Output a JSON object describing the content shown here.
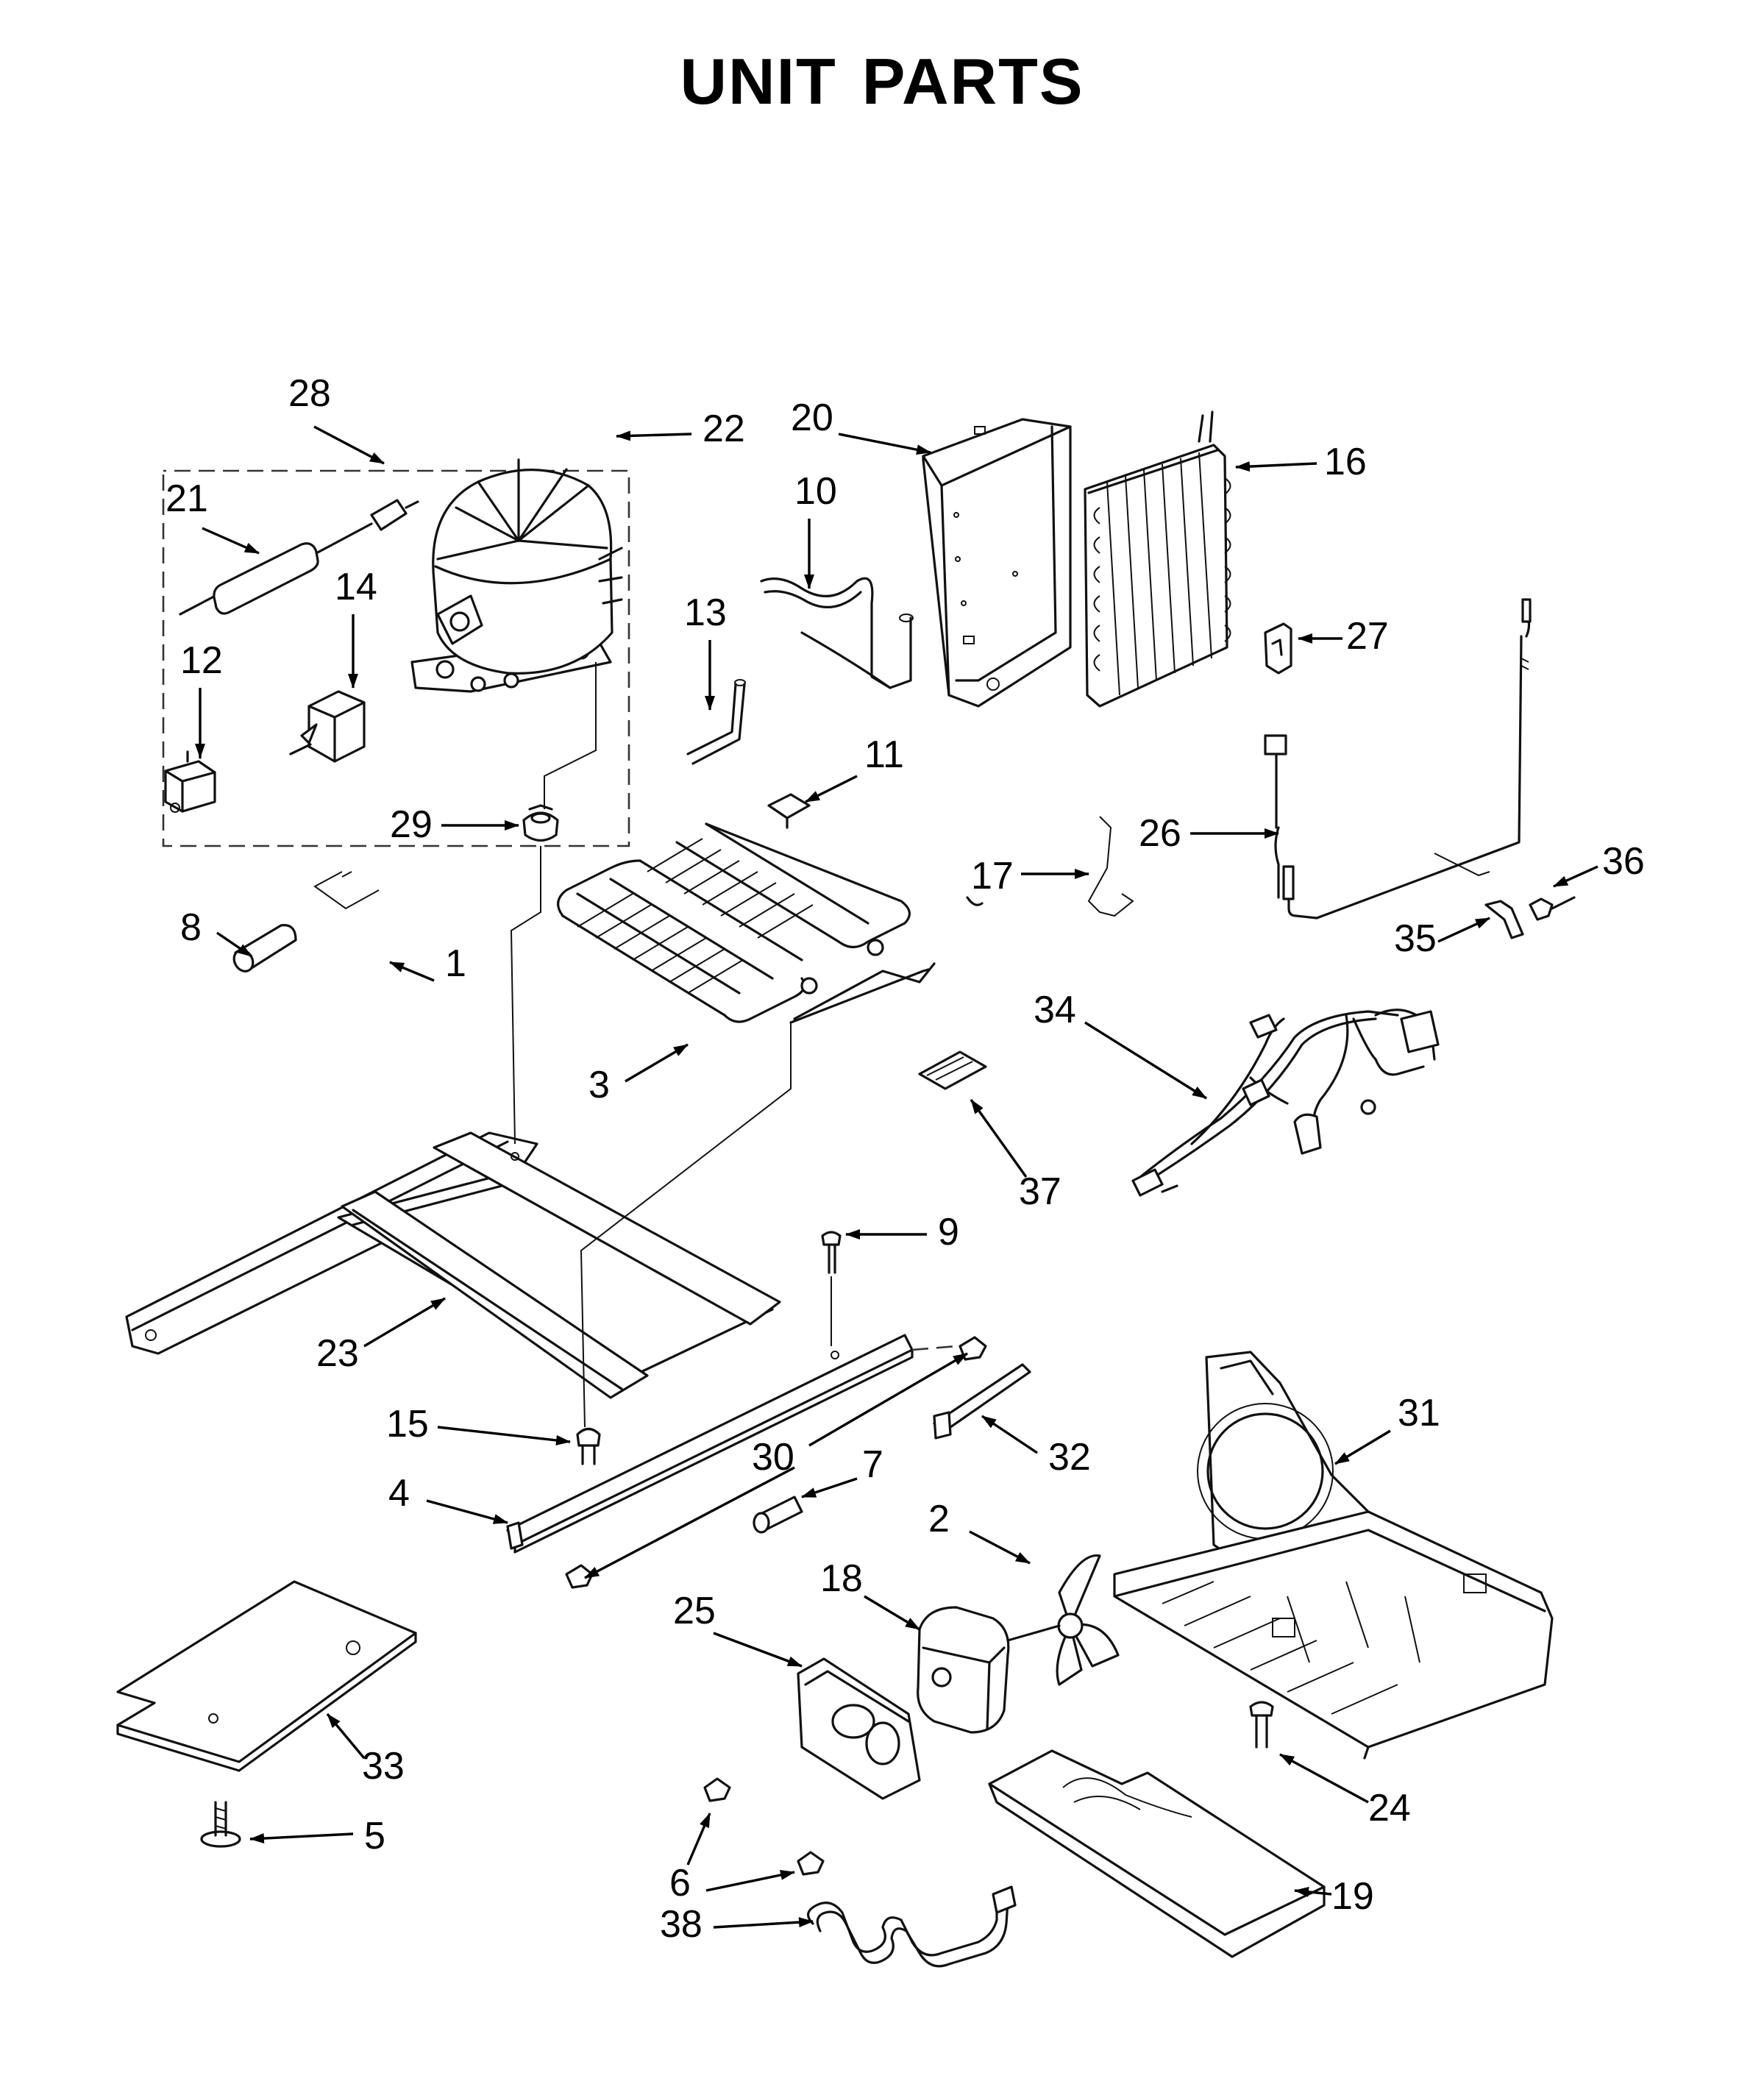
{
  "title_words": [
    "UNIT",
    "PARTS"
  ],
  "callouts": [
    {
      "id": "28",
      "label": "28"
    },
    {
      "id": "22",
      "label": "22"
    },
    {
      "id": "20",
      "label": "20"
    },
    {
      "id": "16",
      "label": "16"
    },
    {
      "id": "21",
      "label": "21"
    },
    {
      "id": "10",
      "label": "10"
    },
    {
      "id": "14",
      "label": "14"
    },
    {
      "id": "13",
      "label": "13"
    },
    {
      "id": "12",
      "label": "12"
    },
    {
      "id": "27",
      "label": "27"
    },
    {
      "id": "11",
      "label": "11"
    },
    {
      "id": "29",
      "label": "29"
    },
    {
      "id": "17",
      "label": "17"
    },
    {
      "id": "26",
      "label": "26"
    },
    {
      "id": "36",
      "label": "36"
    },
    {
      "id": "8",
      "label": "8"
    },
    {
      "id": "1",
      "label": "1"
    },
    {
      "id": "35",
      "label": "35"
    },
    {
      "id": "34",
      "label": "34"
    },
    {
      "id": "3",
      "label": "3"
    },
    {
      "id": "37",
      "label": "37"
    },
    {
      "id": "9",
      "label": "9"
    },
    {
      "id": "23",
      "label": "23"
    },
    {
      "id": "15",
      "label": "15"
    },
    {
      "id": "31",
      "label": "31"
    },
    {
      "id": "30",
      "label": "30"
    },
    {
      "id": "32",
      "label": "32"
    },
    {
      "id": "7",
      "label": "7"
    },
    {
      "id": "4",
      "label": "4"
    },
    {
      "id": "2",
      "label": "2"
    },
    {
      "id": "18",
      "label": "18"
    },
    {
      "id": "25",
      "label": "25"
    },
    {
      "id": "33",
      "label": "33"
    },
    {
      "id": "24",
      "label": "24"
    },
    {
      "id": "5",
      "label": "5"
    },
    {
      "id": "6",
      "label": "6"
    },
    {
      "id": "19",
      "label": "19"
    },
    {
      "id": "38",
      "label": "38"
    }
  ]
}
